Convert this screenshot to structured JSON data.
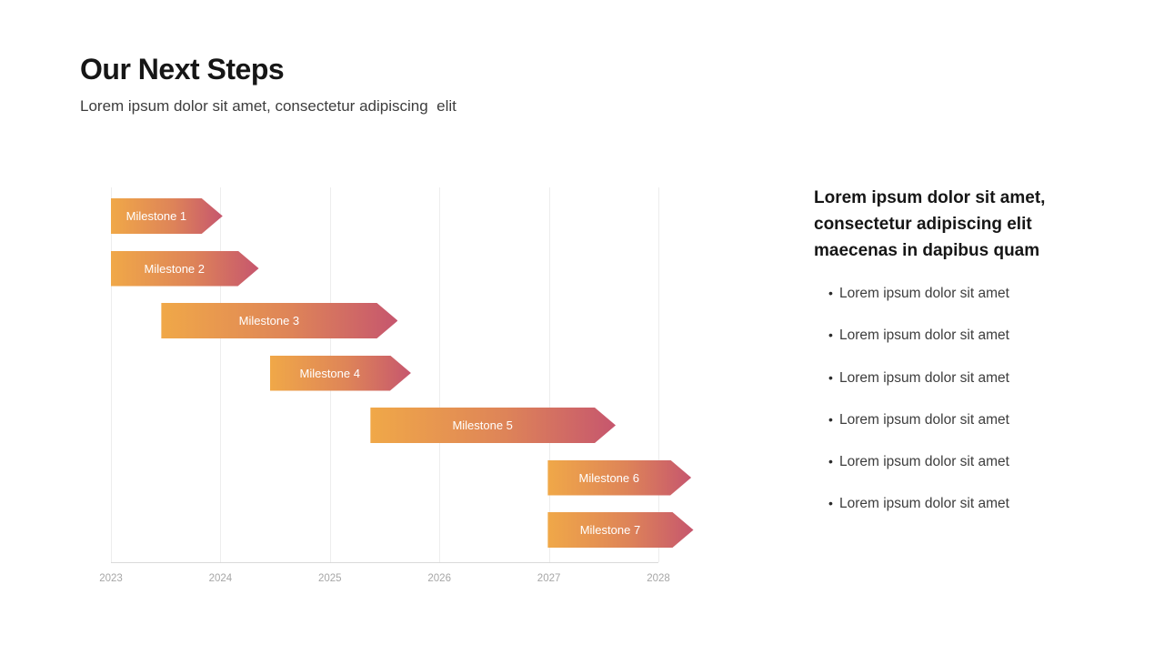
{
  "slide": {
    "title": "Our Next Steps",
    "subtitle": "Lorem ipsum dolor sit amet, consectetur adipiscing  elit"
  },
  "chart_data": {
    "type": "gantt",
    "title": "",
    "xlabel": "",
    "ylabel": "",
    "x_axis": {
      "min": 2023,
      "max": 2028,
      "ticks": [
        "2023",
        "2024",
        "2025",
        "2026",
        "2027",
        "2028"
      ]
    },
    "grid": true,
    "milestones": [
      {
        "label": "Milestone 1",
        "start": 2023.0,
        "end": 2024.02
      },
      {
        "label": "Milestone 2",
        "start": 2023.0,
        "end": 2024.35
      },
      {
        "label": "Milestone 3",
        "start": 2023.46,
        "end": 2025.62
      },
      {
        "label": "Milestone 4",
        "start": 2024.45,
        "end": 2025.74
      },
      {
        "label": "Milestone 5",
        "start": 2025.37,
        "end": 2027.61
      },
      {
        "label": "Milestone 6",
        "start": 2026.99,
        "end": 2028.3
      },
      {
        "label": "Milestone 7",
        "start": 2026.99,
        "end": 2028.32
      }
    ],
    "colors": {
      "bar_gradient_start": "#F0A848",
      "bar_gradient_mid": "#DE8458",
      "bar_gradient_end": "#C6566E",
      "bar_label": "#ffffff",
      "gridline": "#ededed",
      "axis_line": "#d9d9d9",
      "tick_label": "#a6a6a6"
    }
  },
  "sidebar": {
    "heading": "Lorem ipsum dolor sit amet,\nconsectetur adipiscing elit\nmaecenas in dapibus quam",
    "bullet_glyph": "•",
    "bullets": [
      "Lorem ipsum dolor sit amet",
      "Lorem ipsum dolor sit amet",
      "Lorem ipsum dolor sit amet",
      "Lorem ipsum dolor sit amet",
      "Lorem ipsum dolor sit amet",
      "Lorem ipsum dolor sit amet"
    ]
  }
}
